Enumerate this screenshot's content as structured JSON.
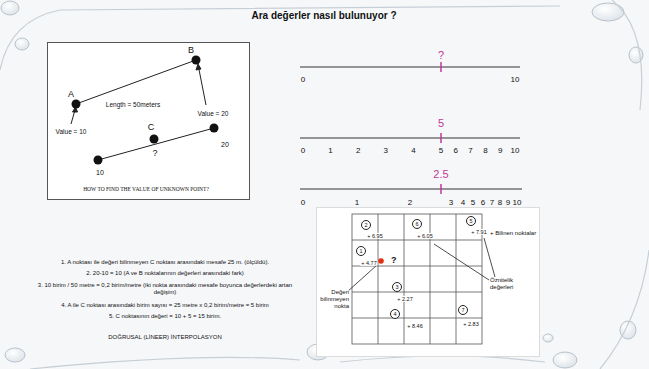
{
  "diagram": {
    "title": "Ara değerler nasıl bulunuyor ?",
    "nodes": [
      {
        "text": [
          "B",
          "A",
          "Length = 50meters",
          "Value = 20",
          "C",
          "Value = 10",
          "20",
          "?",
          "10",
          "HOW TO FIND THE VALUE OF UNKNOWN POINT?"
        ]
      },
      {
        "text": [
          "2",
          "+ 6.95",
          "6",
          "+ 6.05",
          "5",
          "+ 7.91",
          "+ Bilinen noktalar",
          "1",
          "+ 4.77",
          "?",
          "Öznitelik değerleri",
          "Değeri bilinmeyen nokta",
          "3",
          "+ 2.27",
          "4",
          "+ 8.46",
          "7",
          "+ 2.83"
        ]
      }
    ],
    "labels": [
      "?",
      "0",
      "10",
      "5",
      "0",
      "1",
      "2",
      "3",
      "4",
      "5",
      "6",
      "7",
      "8",
      "9",
      "10",
      "2.5",
      "0",
      "1",
      "2",
      "3",
      "4",
      "5",
      "6",
      "7",
      "8",
      "9",
      "10",
      "1. A noktası ile değeri bilinmeyen C noktası arasındaki mesafe 25 m. (ölçüldü).",
      "2. 20-10 = 10 (A ve B noktalarının değerleri arasındaki fark)",
      "3. 10 birim / 50 metre = 0,2 birim/metre (iki nokta arasındaki mesafe boyunca değerlerdeki artan değişim)",
      "4. A ile C noktası arasındaki birim sayısı = 25 metre x 0,2 birim/metre = 5 birim",
      "5. C noktasının değeri = 10 + 5 = 15 birim.",
      "DOĞRUSAL (LİNEER) İNTERPOLASYON"
    ]
  }
}
